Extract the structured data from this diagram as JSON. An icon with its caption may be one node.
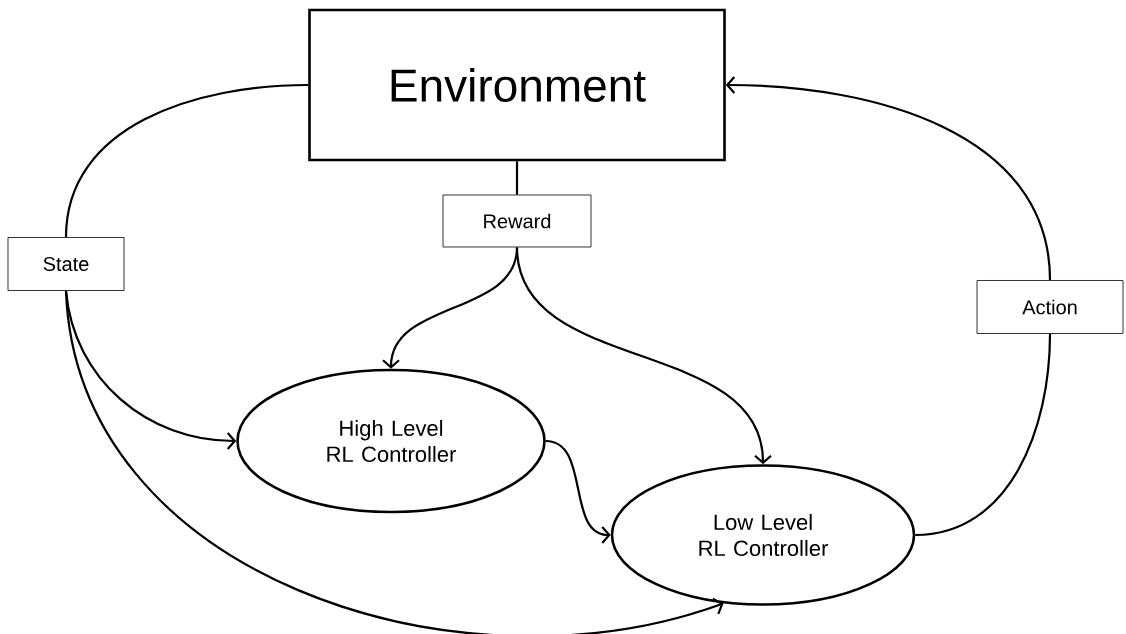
{
  "diagram": {
    "nodes": [
      {
        "text": [
          "Environment"
        ]
      },
      {
        "text": [
          "Reward"
        ]
      },
      {
        "text": [
          "State"
        ]
      },
      {
        "text": [
          "Action"
        ]
      },
      {
        "text": [
          "High Level RL Controller"
        ]
      },
      {
        "text": [
          "Low Level RL Controller"
        ]
      }
    ],
    "edges": [
      {
        "from": 0,
        "to": 2,
        "arrow": "none"
      },
      {
        "from": 0,
        "to": 1,
        "arrow": "none"
      },
      {
        "from": 1,
        "to": 4,
        "arrow": "to"
      },
      {
        "from": 1,
        "to": 5,
        "arrow": "to"
      },
      {
        "from": 2,
        "to": 4,
        "arrow": "to"
      },
      {
        "from": 2,
        "to": 5,
        "arrow": "to"
      },
      {
        "from": 4,
        "to": 5,
        "arrow": "to"
      },
      {
        "from": 5,
        "to": 3,
        "arrow": "none"
      },
      {
        "from": 3,
        "to": 0,
        "arrow": "to"
      }
    ]
  }
}
